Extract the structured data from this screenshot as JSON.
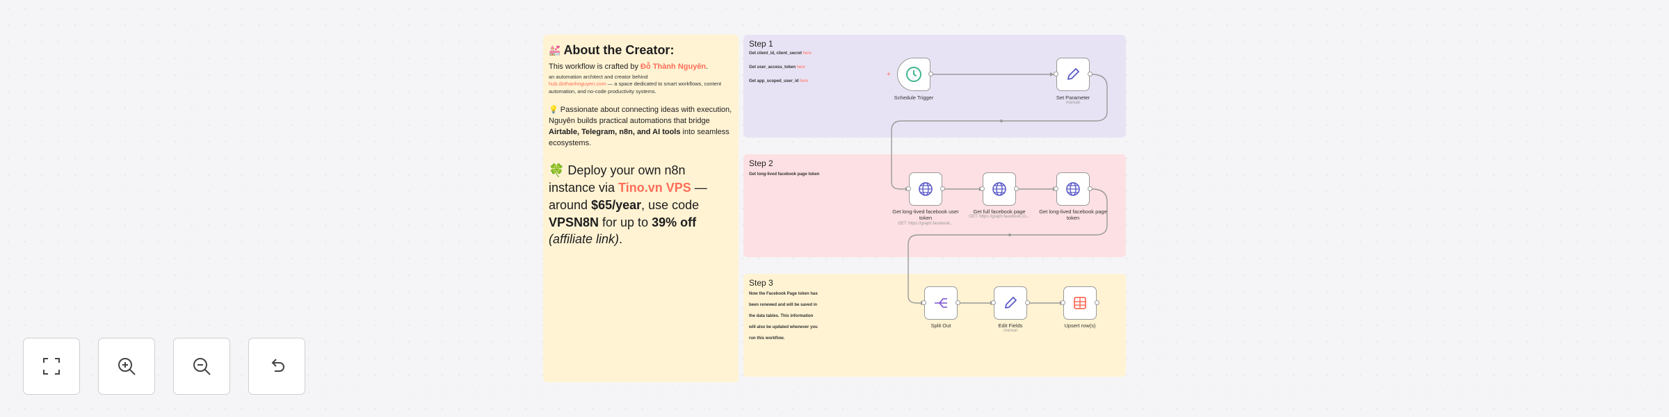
{
  "creator_note": {
    "title_emoji": "💒",
    "title": "About the Creator:",
    "line1_prefix": "This workflow is crafted by ",
    "author": "Đỗ Thành Nguyên",
    "line1_suffix": ".",
    "small_a": "an automation architect and creator behind",
    "small_link": "hub.dothanhnguyen.com",
    "small_b": " — a space dedicated to smart workflows, content automation, and no-code productivity systems.",
    "bulb_emoji": "💡",
    "para2_a": " Passionate about connecting ideas with execution, Nguyên builds practical automations that bridge ",
    "para2_bold": "Airtable, Telegram, n8n, and AI tools",
    "para2_b": " into seamless ecosystems.",
    "clover_emoji": "🍀",
    "para3_a": " Deploy your own n8n instance via ",
    "para3_link": "Tino.vn VPS",
    "para3_b": " — around ",
    "para3_price": "$65/year",
    "para3_c": ", use code ",
    "para3_code": "VPSN8N",
    "para3_d": " for up to ",
    "para3_discount": "39% off",
    "para3_italic": "(affiliate link)",
    "para3_end": "."
  },
  "step1": {
    "title": "Step 1",
    "lines": [
      {
        "text": "Get client_id, client_secret ",
        "hl": "here"
      },
      {
        "text": "Get user_access_token ",
        "hl": "here"
      },
      {
        "text": "Get app_scoped_user_id ",
        "hl": "here"
      }
    ]
  },
  "step2": {
    "title": "Step 2",
    "lines": [
      {
        "text": "Get long-lived facebook page token",
        "hl": ""
      }
    ]
  },
  "step3": {
    "title": "Step 3",
    "lines": [
      {
        "text": "Now the Facebook Page token has",
        "hl": ""
      },
      {
        "text": "been renewed and will be saved in",
        "hl": ""
      },
      {
        "text": "the data tables. This information",
        "hl": ""
      },
      {
        "text": "will also be updated whenever you",
        "hl": ""
      },
      {
        "text": "run this workflow.",
        "hl": ""
      }
    ]
  },
  "nodes": {
    "schedule": {
      "label": "Schedule Trigger",
      "sub": "",
      "icon": "clock-icon"
    },
    "set_param": {
      "label": "Set Parameter",
      "sub": "manual",
      "icon": "pencil-icon"
    },
    "get_user_token": {
      "label": "Get long-lived facebook user token",
      "sub": "GET: https://graph.facebook...",
      "icon": "globe-icon"
    },
    "get_page": {
      "label": "Get full facebook page",
      "sub": "GET: https://graph.facebook.co...",
      "icon": "globe-icon"
    },
    "get_page_token": {
      "label": "Get long-lived facebook page token",
      "sub": "",
      "icon": "globe-icon"
    },
    "split_out": {
      "label": "Split Out",
      "sub": "",
      "icon": "split-icon"
    },
    "edit_fields": {
      "label": "Edit Fields",
      "sub": "manual",
      "icon": "pencil-icon"
    },
    "upsert": {
      "label": "Upsert row(s)",
      "sub": "",
      "icon": "table-icon"
    }
  },
  "controls": {
    "fit": "fit-view-icon",
    "zoom_in": "zoom-in-icon",
    "zoom_out": "zoom-out-icon",
    "reset": "undo-icon"
  },
  "colors": {
    "accent": "#ff6d5a",
    "step1_bg": "#e8e3f4",
    "step2_bg": "#fde0e3",
    "step3_bg": "#fff3d3",
    "trigger": "#3fb68b",
    "globe": "#5a59c6",
    "table": "#ff6d5a"
  }
}
